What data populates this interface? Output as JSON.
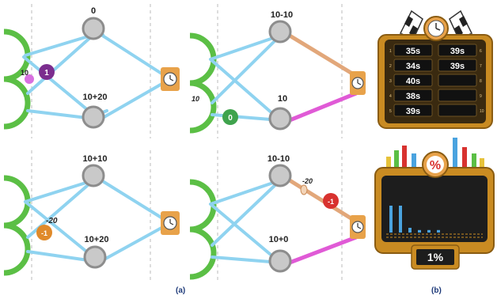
{
  "panels": [
    {
      "node_top_label": "0",
      "node_bottom_label": "10+20",
      "edge_label": "10",
      "agent_label": "1",
      "agent_color": "#7b2d8e"
    },
    {
      "node_top_label": "10-10",
      "node_bottom_label": "10",
      "edge_label": "10",
      "agent_label": "0",
      "agent_color": "#3fa34d"
    },
    {
      "node_top_label": "10+10",
      "node_bottom_label": "10+20",
      "edge_label": "-20",
      "agent_label": "-1",
      "agent_color": "#e08a2a"
    },
    {
      "node_top_label": "10-10",
      "node_bottom_label": "10+0",
      "edge_label": "-20",
      "agent_label": "-1",
      "agent_color": "#d8322f"
    }
  ],
  "scoreboard": {
    "left_times": [
      "35s",
      "34s",
      "40s",
      "38s",
      "39s"
    ],
    "right_times": [
      "39s",
      "39s",
      "",
      "",
      ""
    ],
    "row_numbers_left": [
      "1",
      "2",
      "3",
      "4",
      "5"
    ],
    "row_numbers_right": [
      "6",
      "7",
      "8",
      "9",
      "10"
    ]
  },
  "percent_widget": {
    "badge_symbol": "%",
    "value_text": "1%",
    "histogram_levels": [
      0.85,
      0.85,
      0.15,
      0.08,
      0.08,
      0.08
    ]
  },
  "captions": {
    "a": "(a)",
    "b": "(b)"
  },
  "icons": [
    "clock-icon",
    "checkered-flag-icon",
    "percent-icon"
  ],
  "colors": {
    "edge_blue": "#8fd3f0",
    "edge_orange": "#e2a77a",
    "edge_magenta": "#e05ad6",
    "node_gray": "#c9c9c9",
    "source_green": "#5bbf45",
    "clock_box": "#e8a24a",
    "board_gold": "#c98b22",
    "board_dark": "#1d1d1d"
  }
}
